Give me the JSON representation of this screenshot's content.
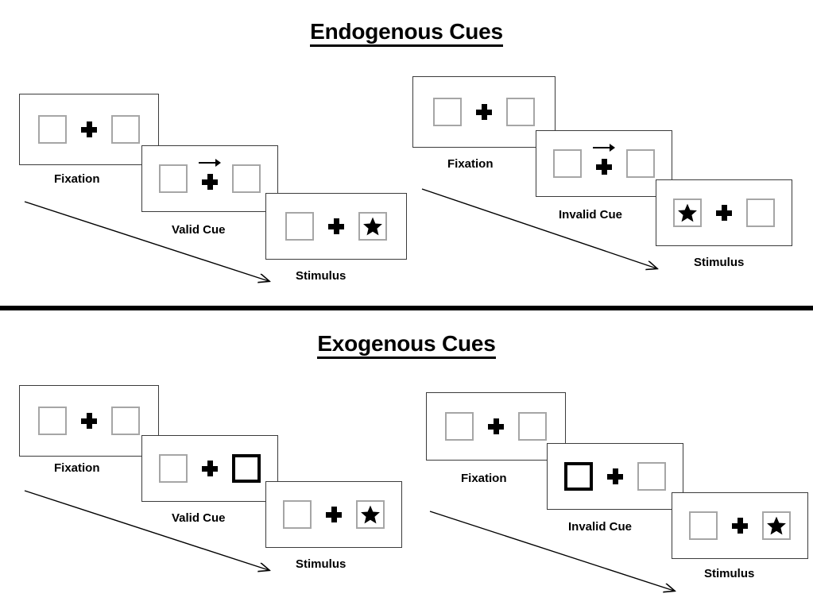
{
  "sections": [
    {
      "id": "endogenous",
      "title": "Endogenous Cues",
      "groups": [
        {
          "id": "endogenous-valid",
          "cue_type": "arrow",
          "panels": [
            {
              "caption": "Fixation",
              "left_box": "empty",
              "right_box": "empty",
              "cue": "none"
            },
            {
              "caption": "Valid Cue",
              "left_box": "empty",
              "right_box": "empty",
              "cue": "arrow-right"
            },
            {
              "caption": "Stimulus",
              "left_box": "empty",
              "right_box": "star",
              "cue": "none"
            }
          ]
        },
        {
          "id": "endogenous-invalid",
          "cue_type": "arrow",
          "panels": [
            {
              "caption": "Fixation",
              "left_box": "empty",
              "right_box": "empty",
              "cue": "none"
            },
            {
              "caption": "Invalid Cue",
              "left_box": "empty",
              "right_box": "empty",
              "cue": "arrow-right"
            },
            {
              "caption": "Stimulus",
              "left_box": "star",
              "right_box": "empty",
              "cue": "none"
            }
          ]
        }
      ]
    },
    {
      "id": "exogenous",
      "title": "Exogenous Cues",
      "groups": [
        {
          "id": "exogenous-valid",
          "cue_type": "box-highlight",
          "panels": [
            {
              "caption": "Fixation",
              "left_box": "empty",
              "right_box": "empty",
              "cue": "none"
            },
            {
              "caption": "Valid Cue",
              "left_box": "empty",
              "right_box": "cued",
              "cue": "none"
            },
            {
              "caption": "Stimulus",
              "left_box": "empty",
              "right_box": "star",
              "cue": "none"
            }
          ]
        },
        {
          "id": "exogenous-invalid",
          "cue_type": "box-highlight",
          "panels": [
            {
              "caption": "Fixation",
              "left_box": "empty",
              "right_box": "empty",
              "cue": "none"
            },
            {
              "caption": "Invalid Cue",
              "left_box": "cued",
              "right_box": "empty",
              "cue": "none"
            },
            {
              "caption": "Stimulus",
              "left_box": "empty",
              "right_box": "star",
              "cue": "none"
            }
          ]
        }
      ]
    },
    {
      "id": "divider",
      "title": ""
    }
  ],
  "icons": {
    "fixation_cross": "plus-icon",
    "arrow_cue": "arrow-right-icon",
    "stimulus": "star-icon",
    "flow": "diagonal-arrow-icon"
  },
  "colors": {
    "ink": "#000000",
    "panel_border": "#3b3b3b",
    "box_border": "#a6a6a6",
    "cued_box_border": "#000000",
    "background": "#ffffff"
  }
}
